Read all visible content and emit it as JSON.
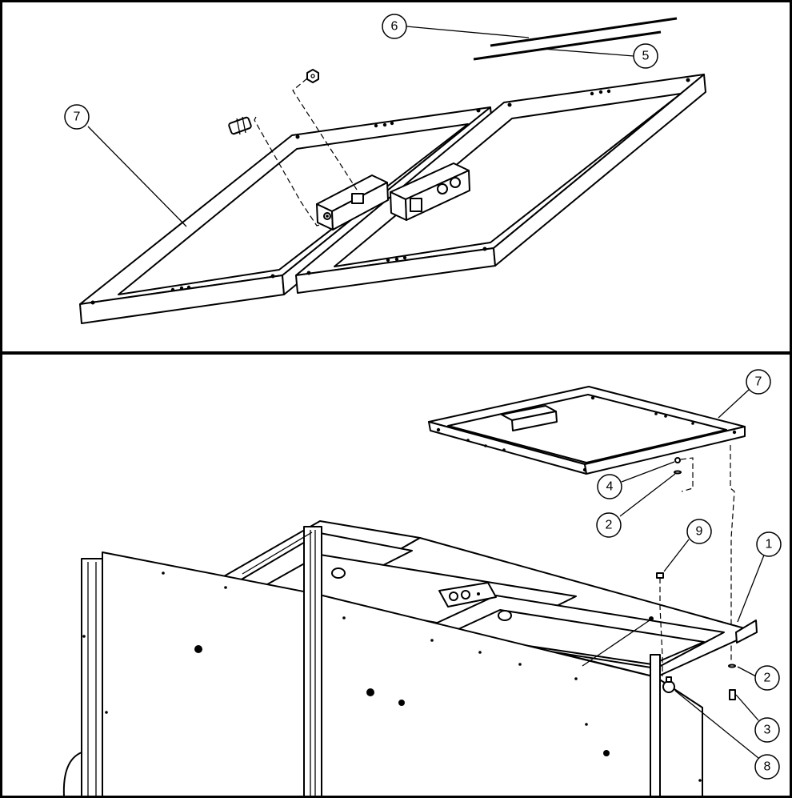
{
  "panels": [
    {
      "id": "top",
      "description_hidden": true
    },
    {
      "id": "bottom",
      "description_hidden": true
    }
  ],
  "callouts": {
    "top": [
      {
        "label": "6"
      },
      {
        "label": "5"
      },
      {
        "label": "7"
      }
    ],
    "bottom": [
      {
        "label": "7"
      },
      {
        "label": "4"
      },
      {
        "label": "2"
      },
      {
        "label": "9"
      },
      {
        "label": "1"
      },
      {
        "label": "2"
      },
      {
        "label": "3"
      },
      {
        "label": "8"
      }
    ]
  },
  "colors": {
    "line": "#000000",
    "background": "#ffffff"
  }
}
